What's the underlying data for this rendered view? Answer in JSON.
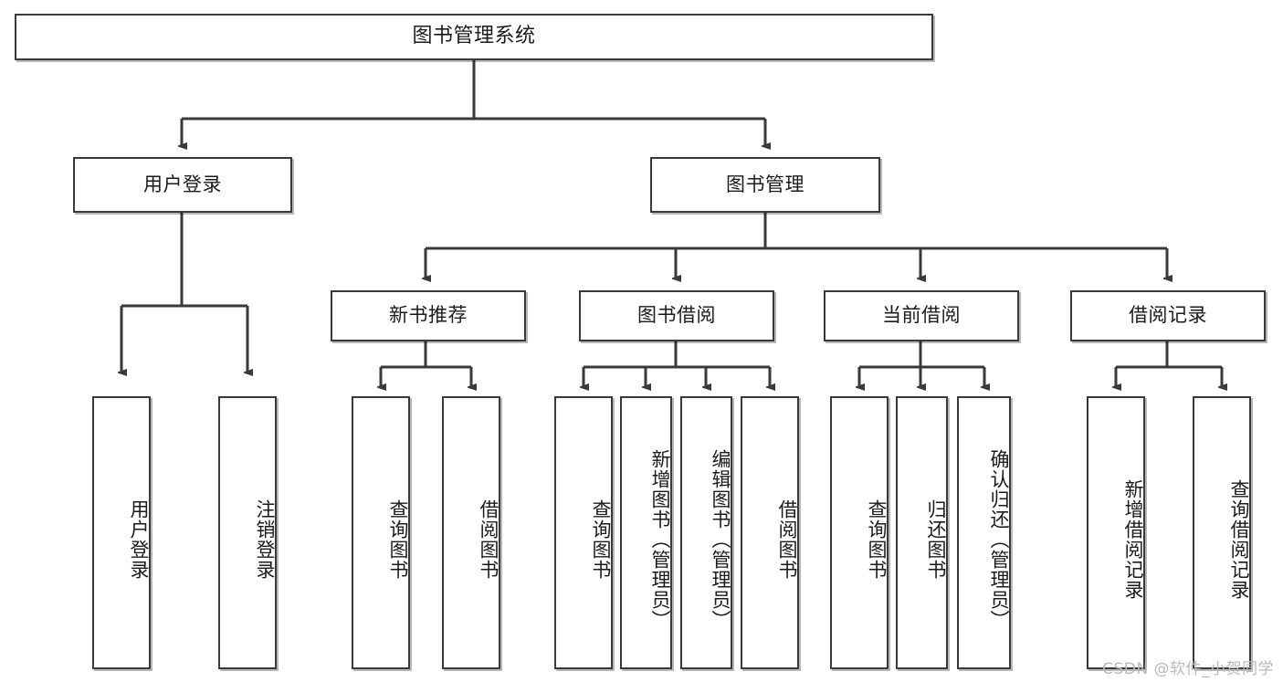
{
  "diagram": {
    "type": "tree-hierarchy-diagram",
    "title": "图书管理系统",
    "orientation": "top-down",
    "colors": {
      "box_border": "#3a3a3a",
      "box_fill": "#ffffff",
      "text": "#1b1b1b",
      "connector": "#3a3a3a",
      "watermark": "#b9b9b9"
    },
    "root": {
      "label": "图书管理系统"
    },
    "level2": [
      {
        "label": "用户登录"
      },
      {
        "label": "图书管理"
      }
    ],
    "level3": [
      {
        "label": "新书推荐"
      },
      {
        "label": "图书借阅"
      },
      {
        "label": "当前借阅"
      },
      {
        "label": "借阅记录"
      }
    ],
    "leaves": {
      "user_login": [
        {
          "label": "用户登录"
        },
        {
          "label": "注销登录"
        }
      ],
      "new_book_recommend": [
        {
          "label": "查询图书"
        },
        {
          "label": "借阅图书"
        }
      ],
      "book_borrow": [
        {
          "label": "查询图书"
        },
        {
          "label": "新增图书（管理员）"
        },
        {
          "label": "编辑图书（管理员）"
        },
        {
          "label": "借阅图书"
        }
      ],
      "current_borrow": [
        {
          "label": "查询图书"
        },
        {
          "label": "归还图书"
        },
        {
          "label": "确认归还（管理员）"
        }
      ],
      "borrow_records": [
        {
          "label": "新增借阅记录"
        },
        {
          "label": "查询借阅记录"
        }
      ]
    }
  },
  "watermark": {
    "text": "CSDN @软件_小贺同学"
  }
}
